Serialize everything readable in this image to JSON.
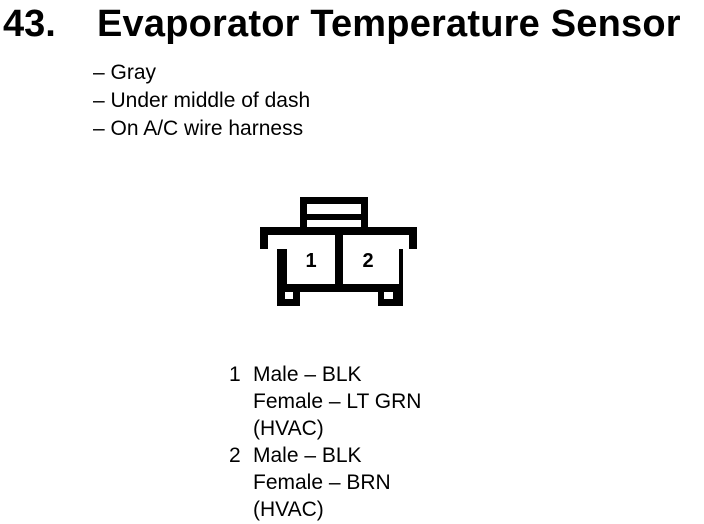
{
  "document": {
    "item_number": "43.",
    "title": "Evaporator Temperature Sensor",
    "notes": [
      "– Gray",
      "– Under middle of dash",
      "– On A/C wire harness"
    ]
  },
  "connector": {
    "description": "2-cavity connector, face view, latch tab on top",
    "cavity_labels": [
      "1",
      "2"
    ]
  },
  "pins": [
    {
      "number": "1",
      "lines": [
        "Male – BLK",
        "Female – LT GRN",
        "(HVAC)"
      ]
    },
    {
      "number": "2",
      "lines": [
        "Male – BLK",
        "Female – BRN",
        "(HVAC)"
      ]
    }
  ],
  "colors": {
    "ink": "#000000",
    "paper": "#ffffff"
  }
}
